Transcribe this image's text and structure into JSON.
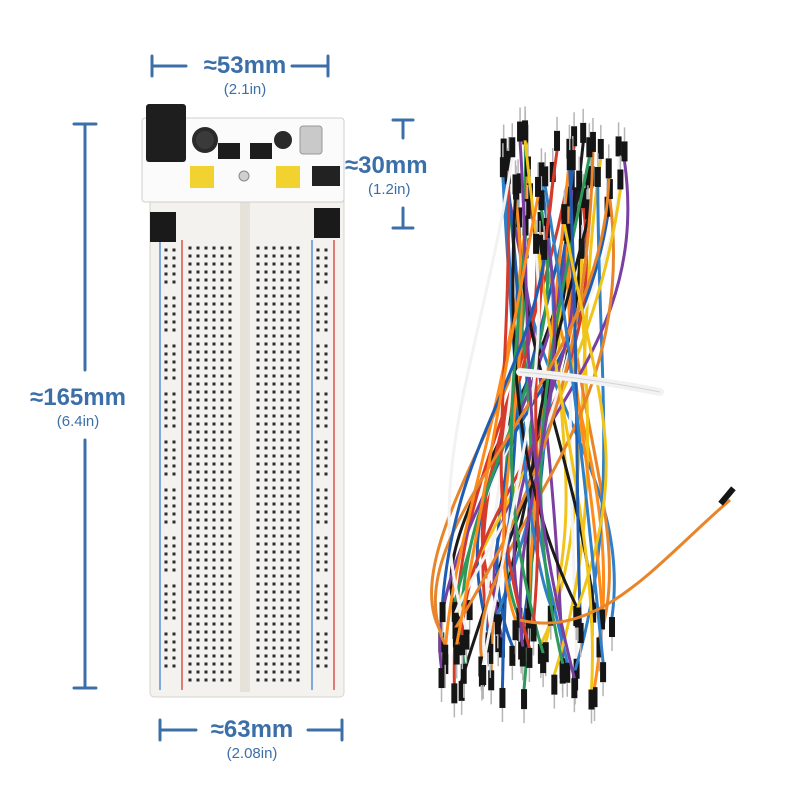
{
  "measurements": {
    "top_width": {
      "main": "≈53mm",
      "sub": "(2.1in)"
    },
    "module_height": {
      "main": "≈30mm",
      "sub": "(1.2in)"
    },
    "board_height": {
      "main": "≈165mm",
      "sub": "(6.4in)"
    },
    "bottom_width": {
      "main": "≈63mm",
      "sub": "(2.08in)"
    }
  },
  "colors": {
    "dimension": "#3c6fa8",
    "rail_red": "#d9534f",
    "rail_blue": "#5b8fd6",
    "module_yellow": "#f2d230"
  },
  "wire_colors": [
    "#1a1a1a",
    "#e8852a",
    "#f0c419",
    "#2f7fc9",
    "#2e9a5a",
    "#d63a2a",
    "#f2f2f2",
    "#7a3fa0",
    "#1f5db5",
    "#ff8c1a"
  ]
}
